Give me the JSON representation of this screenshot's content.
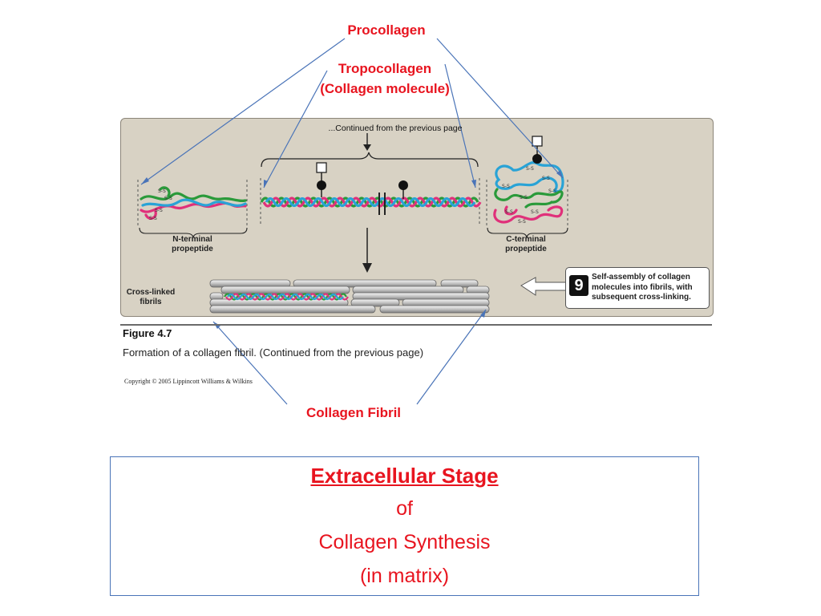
{
  "labels": {
    "procollagen": "Procollagen",
    "tropocollagen_line1": "Tropocollagen",
    "tropocollagen_line2": "(Collagen molecule)",
    "collagen_fibril": "Collagen Fibril"
  },
  "figure": {
    "continued_text": "...Continued from the previous page",
    "n_terminal_line1": "N-terminal",
    "n_terminal_line2": "propeptide",
    "c_terminal_line1": "C-terminal",
    "c_terminal_line2": "propeptide",
    "cross_linked_line1": "Cross-linked",
    "cross_linked_line2": "fibrils",
    "step_number": "9",
    "step_text": "Self-assembly of collagen molecules into fibrils, with subsequent cross-linking.",
    "disulfide_label": "S-S",
    "figure_number": "Figure 4.7",
    "caption": "Formation of a collagen fibril. (Continued from the previous page)",
    "copyright": "Copyright © 2005 Lippincott Williams & Wilkins"
  },
  "box": {
    "line1": "Extracellular  Stage",
    "line2": "of",
    "line3": "Collagen Synthesis",
    "line4": "(in matrix)"
  },
  "colors": {
    "label_red": "#e8141f",
    "arrow_blue": "#4a74b8",
    "strand_green": "#2a9a3a",
    "strand_blue": "#29a3d6",
    "strand_pink": "#e0307a",
    "panel_bg": "#d8d2c4"
  }
}
